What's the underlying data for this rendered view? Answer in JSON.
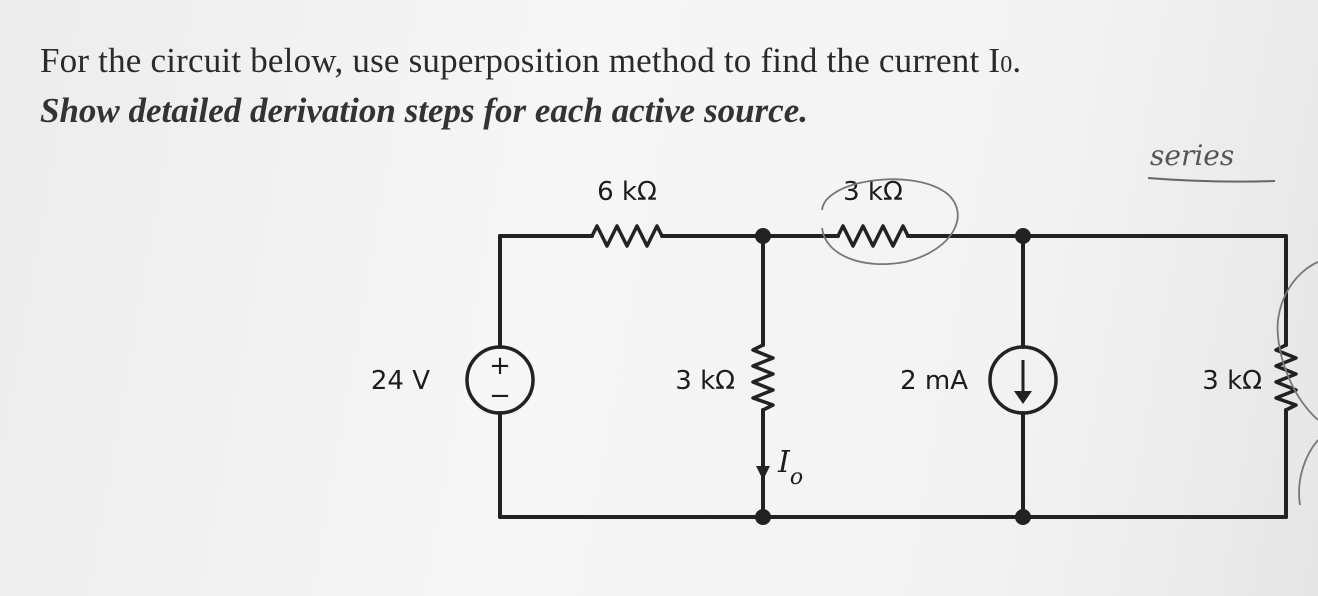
{
  "problem": {
    "line1_text": "For the circuit below, use superposition method to find the current I",
    "line1_subscript": "0",
    "line1_end": ".",
    "line2": "Show detailed derivation steps for each active source."
  },
  "handwritten_note": "series",
  "circuit": {
    "voltage_source": {
      "label": "24 V",
      "plus": "+",
      "minus": "−"
    },
    "resistor_top_left": "6 kΩ",
    "resistor_top_right": "3 kΩ",
    "resistor_middle": "3 kΩ",
    "current_source": "2 mA",
    "resistor_right": "3 kΩ",
    "current_label": "I",
    "current_label_sub": "o"
  }
}
